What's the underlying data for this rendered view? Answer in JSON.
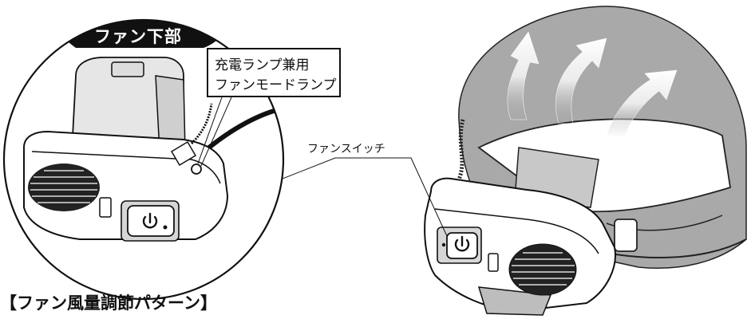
{
  "inset": {
    "tab_label": "ファン下部",
    "lamp_callout": {
      "line1": "充電ランプ兼用",
      "line2": "ファンモードランプ"
    }
  },
  "switch_label": "ファンスイッチ",
  "section_title": "【ファン風量調節パターン】",
  "icons": {
    "power_button": "power-icon",
    "airflow": "airflow-arrow-icon"
  },
  "colors": {
    "helmet_fill": "#a9a9a9",
    "tab_fill": "#111111",
    "line": "#111111",
    "background": "#ffffff"
  }
}
